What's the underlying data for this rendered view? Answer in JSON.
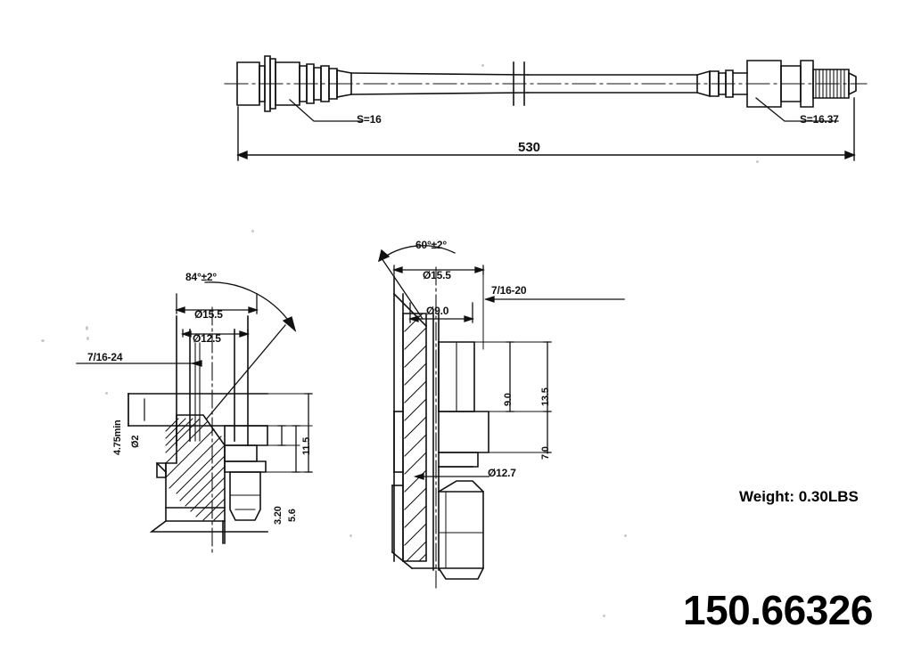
{
  "document": {
    "type": "engineering-drawing",
    "subject": "brake hose assembly",
    "part_number": "150.66326",
    "weight_label": "Weight: 0.30LBS"
  },
  "top_assembly": {
    "name": "hose-assembly-elevation",
    "overall_length": "530",
    "left_fitting_callout": "S=16",
    "right_fitting_callout": "S=16.37"
  },
  "detail_left": {
    "name": "banjo-end-section",
    "angle": "84°±2°",
    "thread": "7/16-24",
    "dia_outer": "Ø15.5",
    "dia_inner": "Ø12.5",
    "bore": "Ø2",
    "min_len": "4.75min",
    "dim_11_5": "11.5",
    "dim_5_6": "5.6",
    "dim_3_20": "3.20"
  },
  "detail_right": {
    "name": "male-end-section",
    "angle": "60°±2°",
    "thread": "7/16-20",
    "dia_outer": "Ø15.5",
    "dia_bore": "Ø9.0",
    "dia_shank": "Ø12.7",
    "dim_13_5": "13.5",
    "dim_9_0": "9.0",
    "dim_7_0": "7.0"
  },
  "colors": {
    "ink": "#111111",
    "paper": "#ffffff",
    "speck": "#c9c9c9"
  }
}
